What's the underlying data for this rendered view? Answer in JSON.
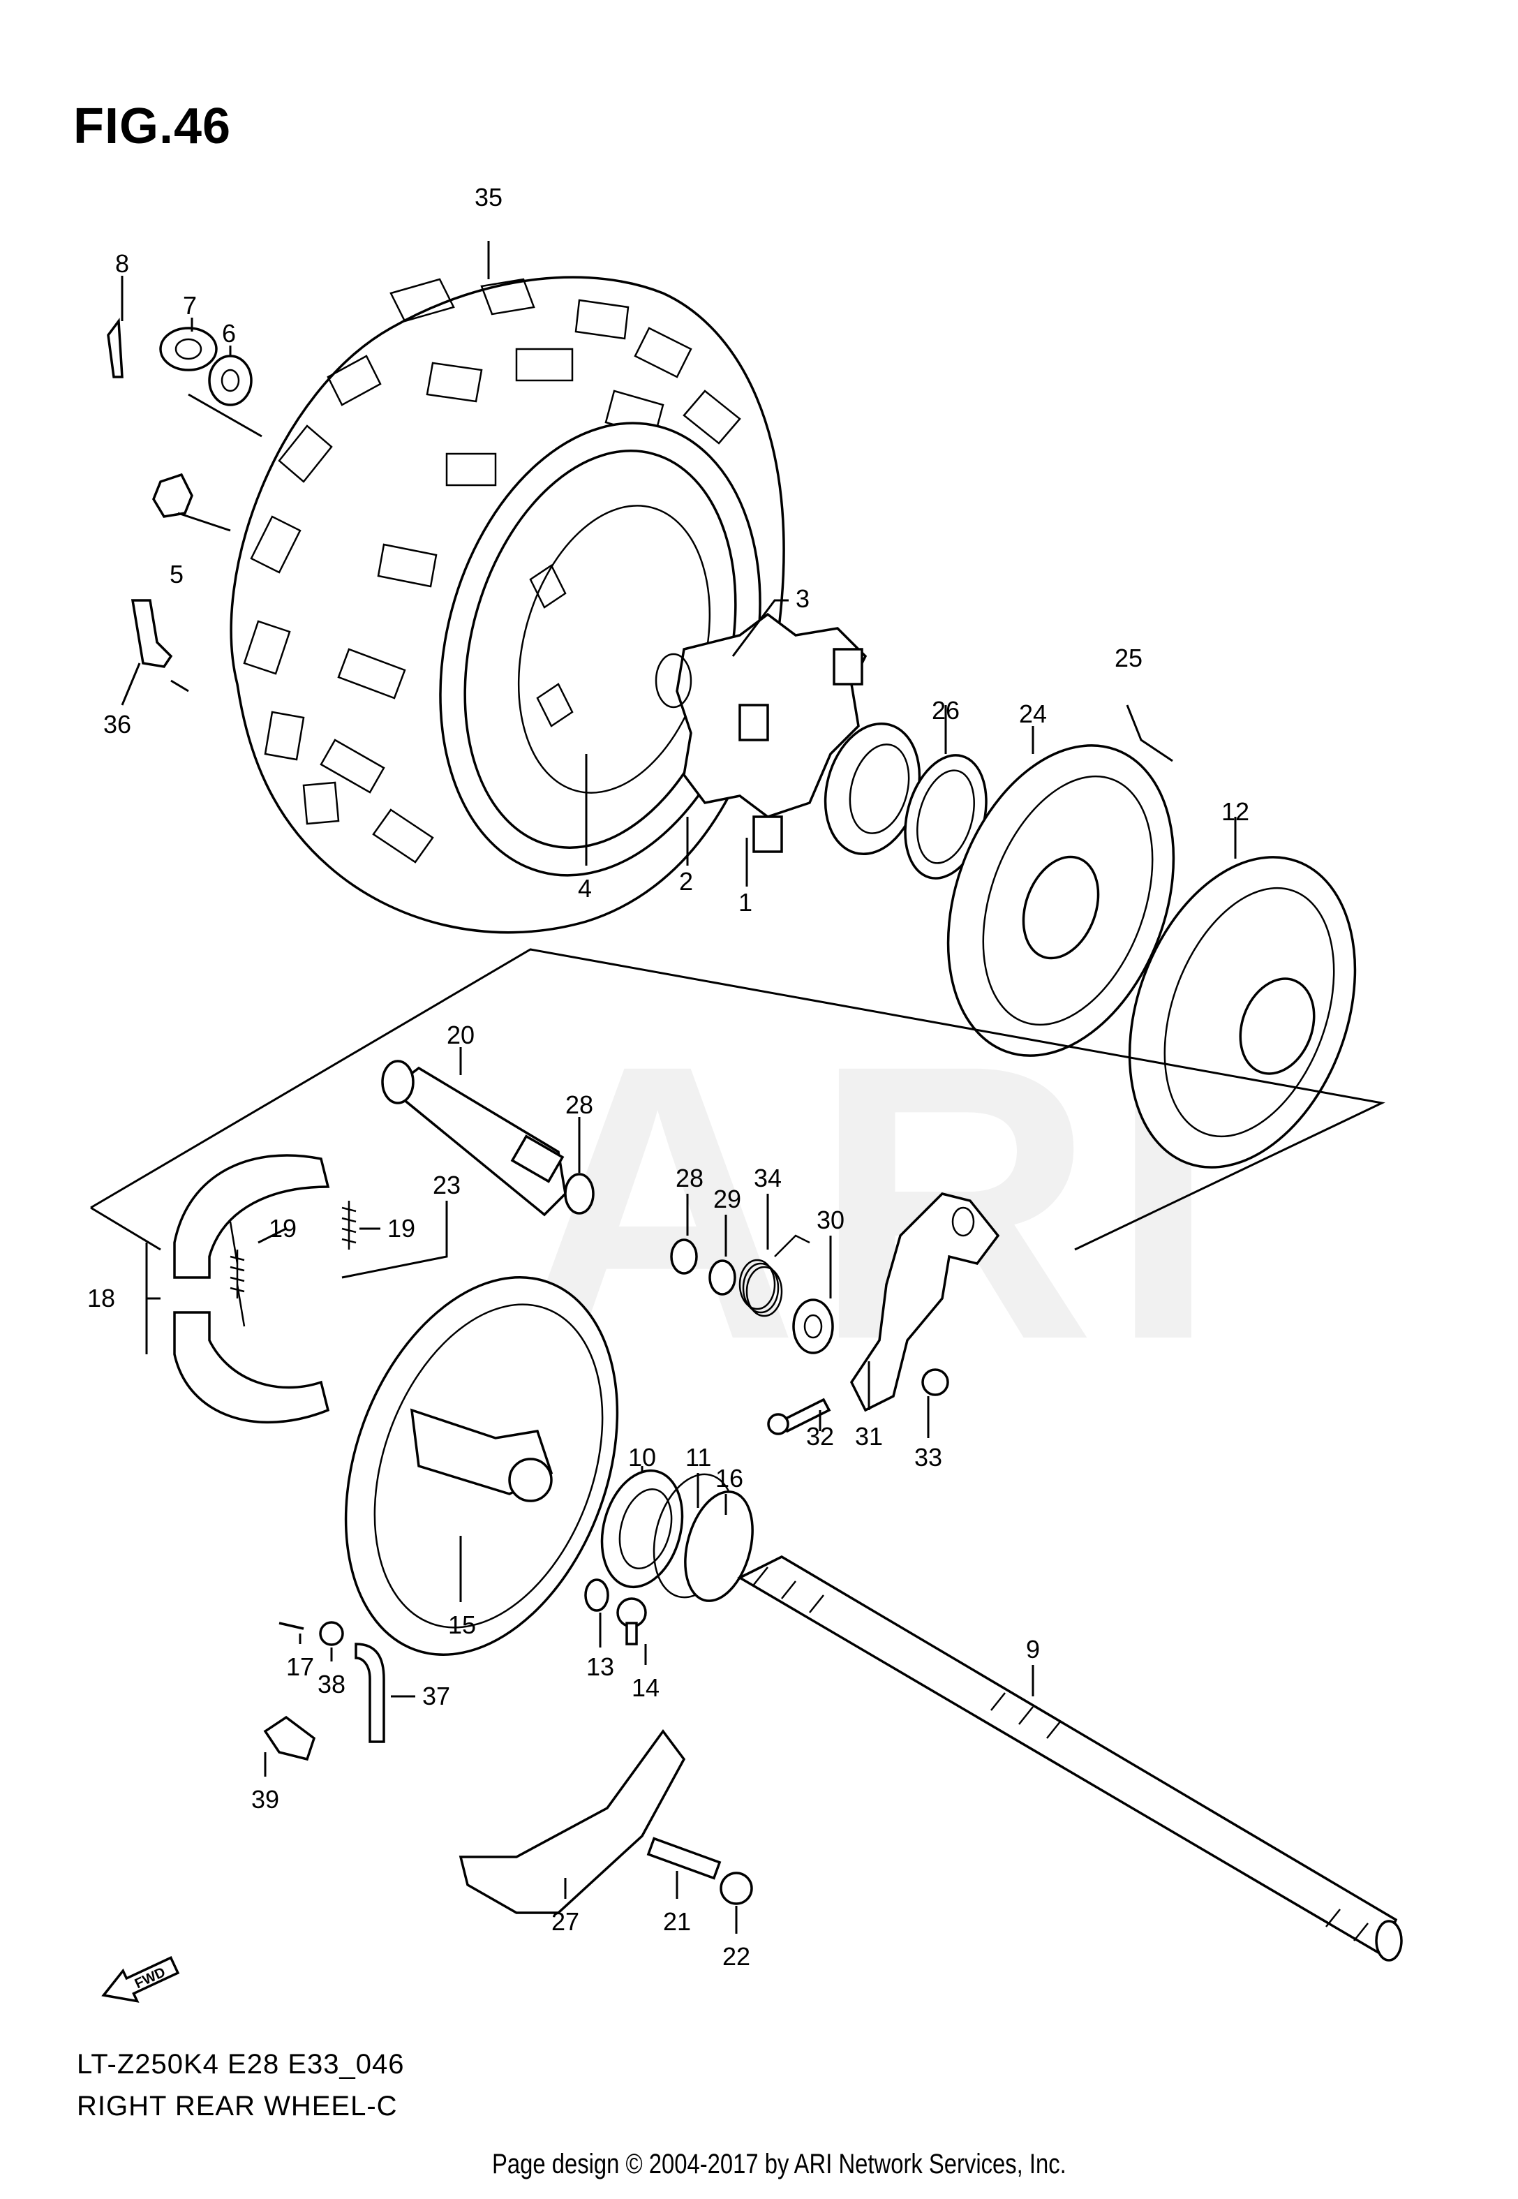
{
  "header": {
    "figure_label": "FIG.46"
  },
  "footer": {
    "model_code": "LT-Z250K4 E28 E33_046",
    "diagram_name": "RIGHT REAR WHEEL-C",
    "copyright": "Page design © 2004-2017 by ARI Network Services, Inc."
  },
  "watermark": "ARI",
  "fwd_arrow": {
    "label": "FWD",
    "icon": "fwd-arrow-icon"
  },
  "callouts": [
    "35",
    "8",
    "7",
    "6",
    "5",
    "36",
    "3",
    "25",
    "26",
    "24",
    "12",
    "4",
    "2",
    "1",
    "20",
    "28",
    "23",
    "19",
    "19",
    "18",
    "28",
    "29",
    "34",
    "30",
    "10",
    "11",
    "16",
    "32",
    "31",
    "33",
    "15",
    "17",
    "38",
    "37",
    "13",
    "14",
    "9",
    "39",
    "27",
    "21",
    "22"
  ]
}
